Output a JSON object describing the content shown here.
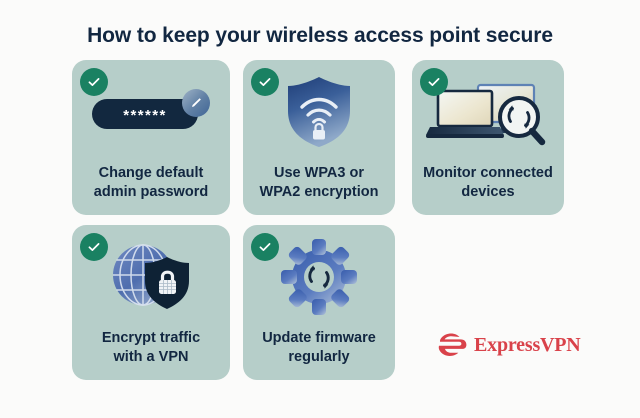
{
  "page": {
    "title": "How to keep your wireless access point secure",
    "background_color": "#fbfbfa",
    "title_color": "#122741"
  },
  "theme": {
    "card_background": "#b6cec9",
    "check_badge_color": "#1a8162",
    "dark_navy": "#12283f",
    "accent_blue": "#3f6596",
    "brand_red": "#d9424a"
  },
  "cards": [
    {
      "id": "change-default-admin-password",
      "label": "Change default\nadmin password",
      "label_line1": "Change default",
      "label_line2": "admin password",
      "icon": "password-pill-icon",
      "badge": "check-badge",
      "password_mask": "******",
      "sub_icon": "pencil-edit-icon"
    },
    {
      "id": "use-wpa3-or-wpa2-encryption",
      "label": "Use WPA3 or\nWPA2 encryption",
      "label_line1": "Use WPA3 or",
      "label_line2": "WPA2 encryption",
      "icon": "shield-wifi-lock-icon",
      "badge": "check-badge"
    },
    {
      "id": "monitor-connected-devices",
      "label": "Monitor connected\ndevices",
      "label_line1": "Monitor connected",
      "label_line2": "devices",
      "icon": "devices-magnifier-icon",
      "badge": "check-badge"
    },
    {
      "id": "encrypt-traffic-with-a-vpn",
      "label": "Encrypt traffic\nwith a VPN",
      "label_line1": "Encrypt traffic",
      "label_line2": "with a VPN",
      "icon": "globe-shield-lock-icon",
      "badge": "check-badge"
    },
    {
      "id": "update-firmware-regularly",
      "label": "Update firmware\nregularly",
      "label_line1": "Update firmware",
      "label_line2": "regularly",
      "icon": "gear-refresh-icon",
      "badge": "check-badge"
    }
  ],
  "brand": {
    "name": "ExpressVPN",
    "mark": "expressvpn-logo-mark",
    "color": "#d9424a"
  }
}
